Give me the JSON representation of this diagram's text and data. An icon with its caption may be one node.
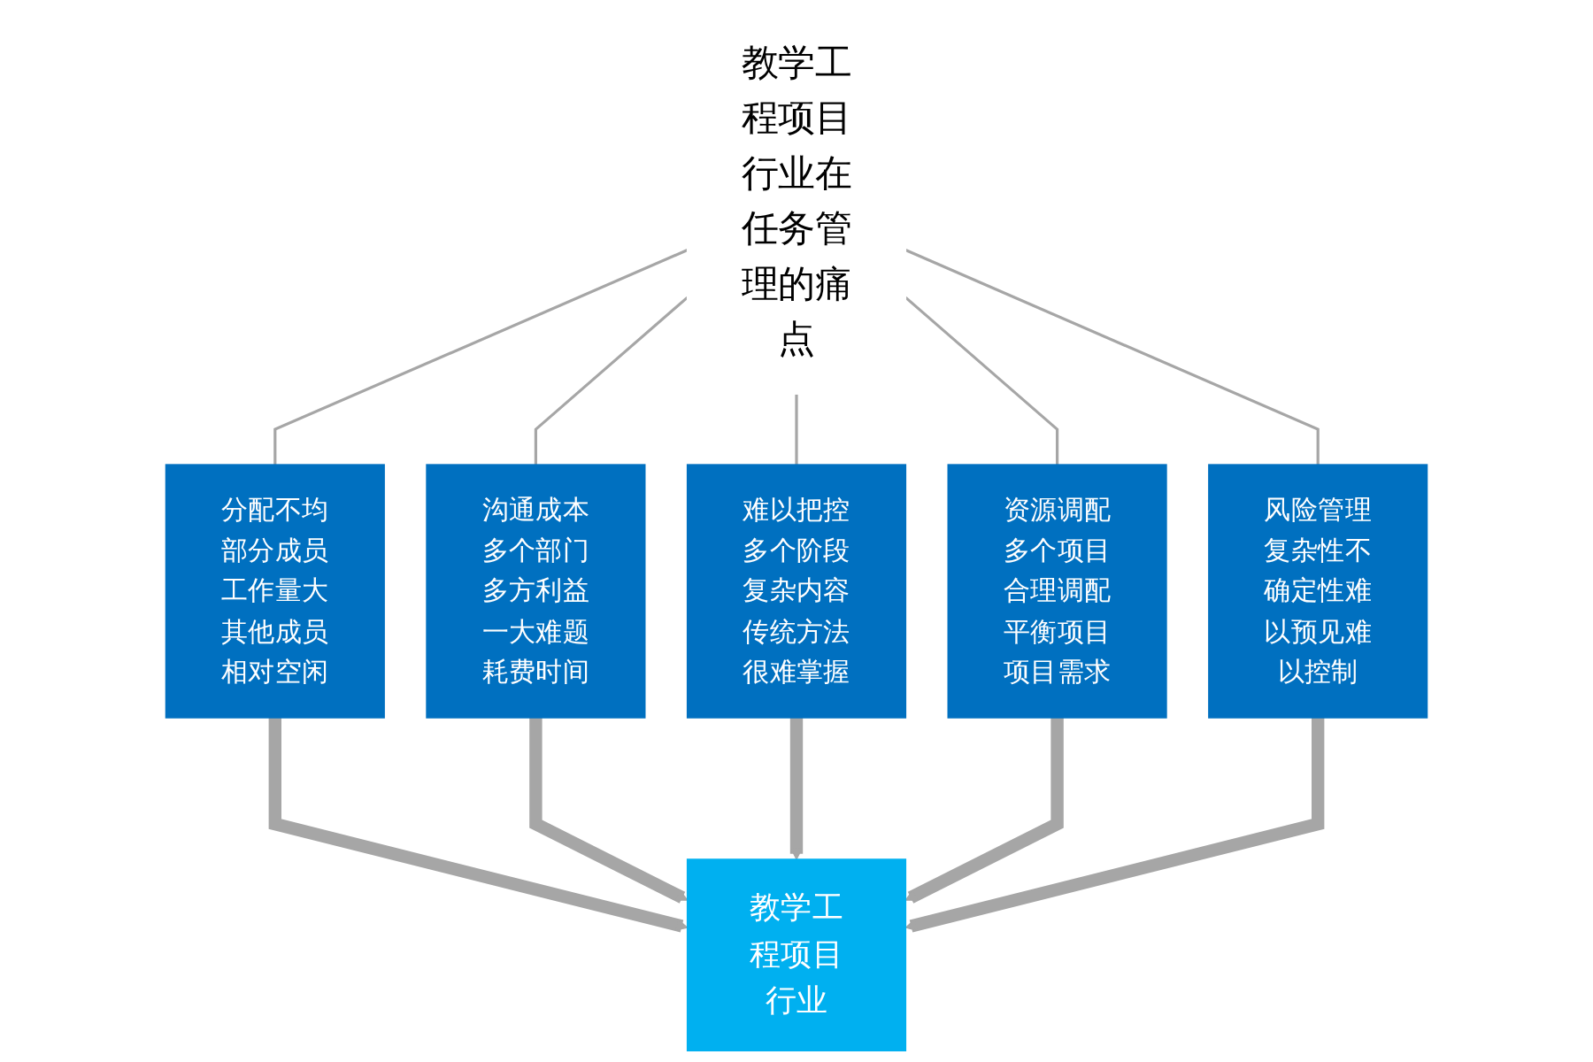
{
  "diagram": {
    "nodes": [
      {
        "text": [
          "教学工程项目行业在任务管理的痛点"
        ]
      },
      {
        "text": [
          "分配不均部分成员工作量大其他成员相对空闲"
        ]
      },
      {
        "text": [
          "沟通成本多个部门多方利益一大难题耗费时间"
        ]
      },
      {
        "text": [
          "难以把控多个阶段复杂内容传统方法很难掌握"
        ]
      },
      {
        "text": [
          "资源调配多个项目合理调配平衡项目项目需求"
        ]
      },
      {
        "text": [
          "风险管理复杂性不确定性难以预见难以控制"
        ]
      },
      {
        "text": [
          "教学工程项目行业"
        ]
      }
    ],
    "edges": [
      {
        "from": 0,
        "to": 1,
        "arrow": "none"
      },
      {
        "from": 0,
        "to": 2,
        "arrow": "none"
      },
      {
        "from": 0,
        "to": 3,
        "arrow": "none"
      },
      {
        "from": 0,
        "to": 4,
        "arrow": "none"
      },
      {
        "from": 0,
        "to": 5,
        "arrow": "none"
      },
      {
        "from": 1,
        "to": 6,
        "arrow": "to",
        "style": "thick"
      },
      {
        "from": 2,
        "to": 6,
        "arrow": "to",
        "style": "thick"
      },
      {
        "from": 3,
        "to": 6,
        "arrow": "to",
        "style": "thick"
      },
      {
        "from": 4,
        "to": 6,
        "arrow": "to",
        "style": "thick"
      },
      {
        "from": 5,
        "to": 6,
        "arrow": "to",
        "style": "thick"
      }
    ]
  }
}
